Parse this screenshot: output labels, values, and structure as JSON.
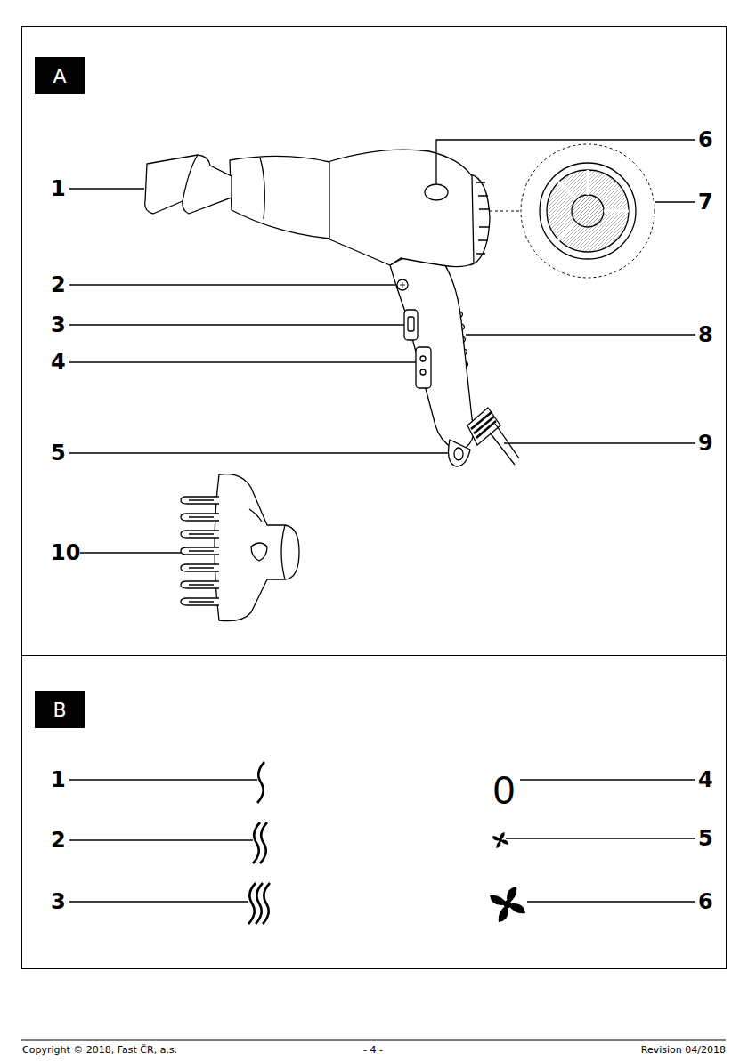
{
  "diagram": {
    "nodes": [
      {
        "text": [
          "A"
        ]
      },
      {
        "text": [
          "B"
        ]
      }
    ],
    "labels": [
      "1",
      "2",
      "3",
      "4",
      "5",
      "6",
      "7",
      "8",
      "9",
      "10",
      "1",
      "2",
      "3",
      "4",
      "5",
      "6",
      "0",
      "Copyright © 2018, Fast ČR, a.s.",
      "- 4 -",
      "Revision 04/2018"
    ]
  }
}
